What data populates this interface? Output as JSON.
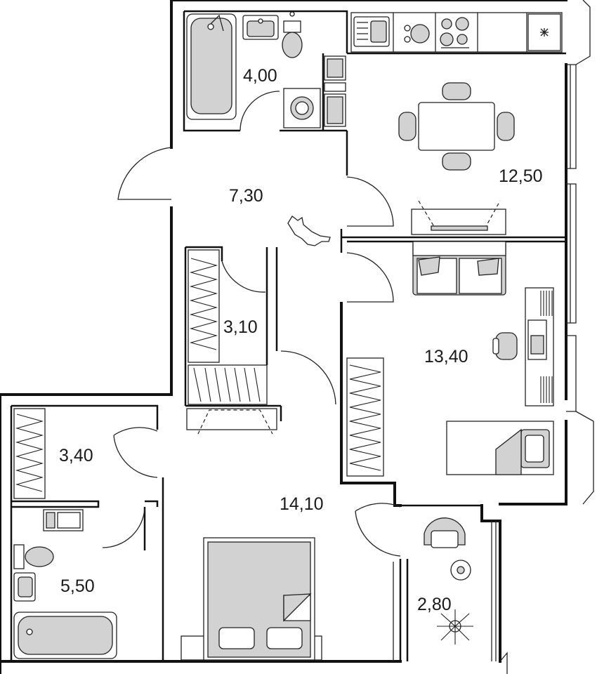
{
  "colors": {
    "wall": "#111111",
    "fixture_fill": "#d2d2d2",
    "background": "#ffffff"
  },
  "rooms": [
    {
      "id": "bathroom-top",
      "label": "4,00"
    },
    {
      "id": "hallway",
      "label": "7,30"
    },
    {
      "id": "kitchen-living",
      "label": "12,50"
    },
    {
      "id": "wardrobe-mid",
      "label": "3,10"
    },
    {
      "id": "bedroom-right",
      "label": "13,40"
    },
    {
      "id": "wardrobe-left",
      "label": "3,40"
    },
    {
      "id": "bedroom-main",
      "label": "14,10"
    },
    {
      "id": "bathroom-bottom",
      "label": "5,50"
    },
    {
      "id": "balcony",
      "label": "2,80"
    }
  ],
  "icons": [
    "bathtub-icon",
    "sink-icon",
    "toilet-icon",
    "washing-machine-icon",
    "stove-icon",
    "fridge-icon",
    "dining-table-icon",
    "sofa-icon",
    "tv-icon",
    "desk-icon",
    "office-chair-icon",
    "bed-icon",
    "armchair-icon",
    "plant-icon",
    "cat-icon",
    "wardrobe-icon"
  ]
}
